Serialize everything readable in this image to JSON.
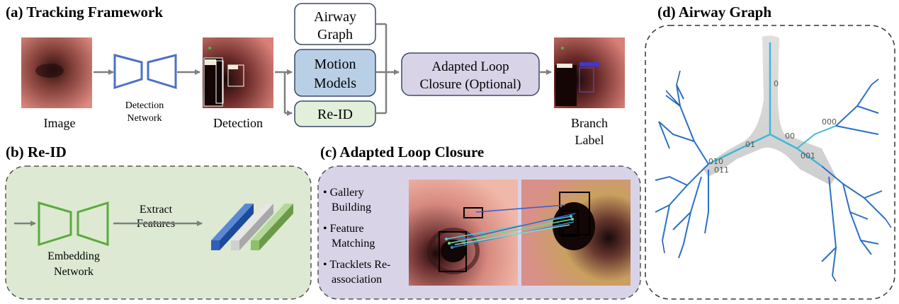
{
  "panel_a": {
    "title": "(a) Tracking Framework",
    "image_label": "Image",
    "network_label_1": "Detection",
    "network_label_2": "Network",
    "detection_label": "Detection",
    "airway_graph_1": "Airway",
    "airway_graph_2": "Graph",
    "motion_models_1": "Motion",
    "motion_models_2": "Models",
    "reid_box": "Re-ID",
    "loop_closure_1": "Adapted Loop",
    "loop_closure_2": "Closure (Optional)",
    "branch_label_1": "Branch",
    "branch_label_2": "Label"
  },
  "panel_b": {
    "title": "(b) Re-ID",
    "extract_1": "Extract",
    "extract_2": "Features",
    "embedding_1": "Embedding",
    "embedding_2": "Network"
  },
  "panel_c": {
    "title": "(c) Adapted Loop Closure",
    "bullets": [
      [
        "• Gallery",
        "Building"
      ],
      [
        "• Feature",
        "Matching"
      ],
      [
        "• Tracklets Re-",
        "association"
      ]
    ]
  },
  "panel_d": {
    "title": "(d) Airway Graph",
    "node_labels": [
      "0",
      "01",
      "00",
      "010",
      "011",
      "000",
      "001"
    ]
  },
  "colors": {
    "network_blue": "#4a72c4",
    "embedding_green": "#5aaa3c",
    "arrow_gray": "#7f7f7f",
    "motion_box_fill": "#b8cfe6",
    "reid_box_fill": "#e2efda",
    "loop_box_fill": "#d9d3e8",
    "panel_b_fill": "#dde9d2",
    "panel_c_fill": "#d9d3e8",
    "feature_blue": "#2f5fb6",
    "feature_gray": "#d0d0d0",
    "feature_green": "#8fbf6a",
    "airway_dark": "#1f4fa8",
    "airway_light": "#3fb8d8"
  }
}
